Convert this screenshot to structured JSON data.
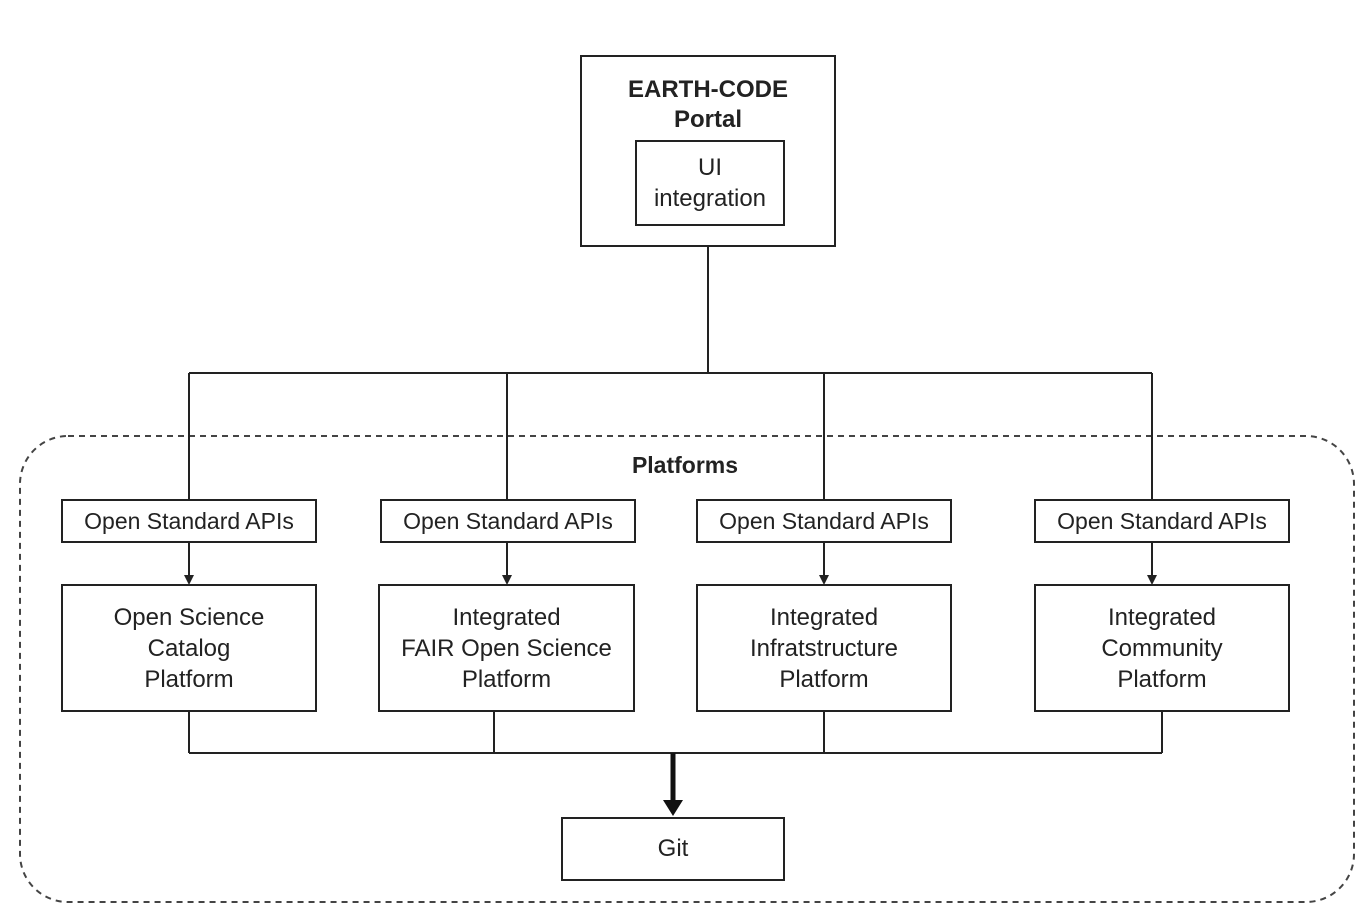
{
  "portal": {
    "title_line1": "EARTH-CODE",
    "title_line2": "Portal",
    "ui_line1": "UI",
    "ui_line2": "integration"
  },
  "platforms_group": {
    "label": "Platforms"
  },
  "columns": [
    {
      "api_label": "Open Standard APIs",
      "platform_lines": [
        "Open Science",
        "Catalog",
        "Platform"
      ]
    },
    {
      "api_label": "Open Standard APIs",
      "platform_lines": [
        "Integrated",
        "FAIR Open Science",
        "Platform"
      ]
    },
    {
      "api_label": "Open Standard APIs",
      "platform_lines": [
        "Integrated",
        "Infratstructure",
        "Platform"
      ]
    },
    {
      "api_label": "Open Standard APIs",
      "platform_lines": [
        "Integrated",
        "Community",
        "Platform"
      ]
    }
  ],
  "git": {
    "label": "Git"
  }
}
